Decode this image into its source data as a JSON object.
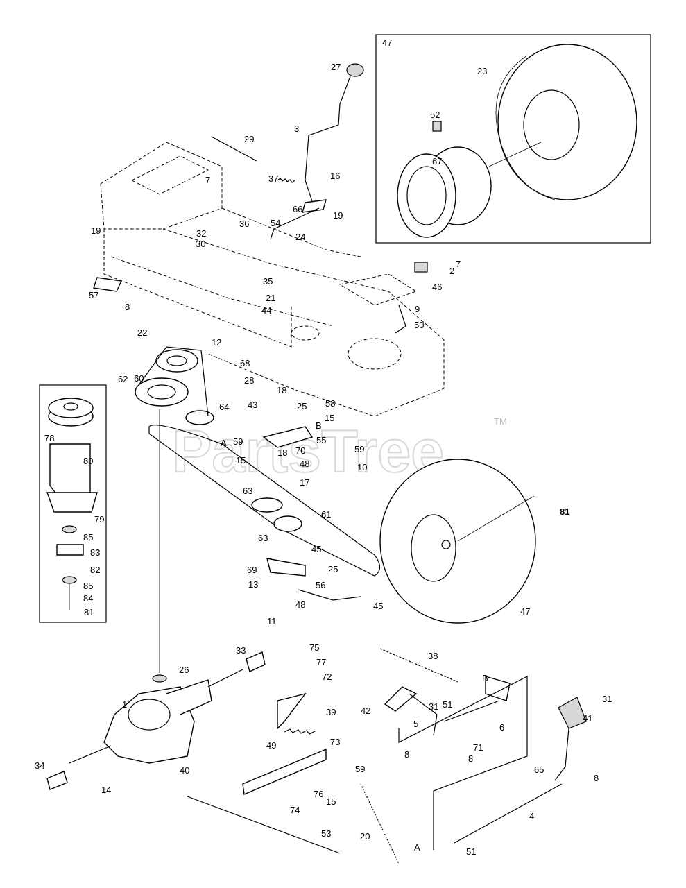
{
  "watermark": {
    "text": "PartsTree",
    "tm": "TM"
  },
  "wheel_inset": {
    "label": "47"
  },
  "labels": [
    {
      "id": "1",
      "text": "1"
    },
    {
      "id": "2",
      "text": "2"
    },
    {
      "id": "3",
      "text": "3"
    },
    {
      "id": "4",
      "text": "4"
    },
    {
      "id": "5",
      "text": "5"
    },
    {
      "id": "6",
      "text": "6"
    },
    {
      "id": "7a",
      "text": "7"
    },
    {
      "id": "7b",
      "text": "7"
    },
    {
      "id": "8a",
      "text": "8"
    },
    {
      "id": "8b",
      "text": "8"
    },
    {
      "id": "8c",
      "text": "8"
    },
    {
      "id": "8d",
      "text": "8"
    },
    {
      "id": "9",
      "text": "9"
    },
    {
      "id": "10",
      "text": "10"
    },
    {
      "id": "11",
      "text": "11"
    },
    {
      "id": "12",
      "text": "12"
    },
    {
      "id": "13",
      "text": "13"
    },
    {
      "id": "14",
      "text": "14"
    },
    {
      "id": "15a",
      "text": "15"
    },
    {
      "id": "15b",
      "text": "15"
    },
    {
      "id": "15c",
      "text": "15"
    },
    {
      "id": "16",
      "text": "16"
    },
    {
      "id": "17",
      "text": "17"
    },
    {
      "id": "18a",
      "text": "18"
    },
    {
      "id": "18b",
      "text": "18"
    },
    {
      "id": "19a",
      "text": "19"
    },
    {
      "id": "19b",
      "text": "19"
    },
    {
      "id": "20",
      "text": "20"
    },
    {
      "id": "21",
      "text": "21"
    },
    {
      "id": "22",
      "text": "22"
    },
    {
      "id": "23",
      "text": "23"
    },
    {
      "id": "24",
      "text": "24"
    },
    {
      "id": "25a",
      "text": "25"
    },
    {
      "id": "25b",
      "text": "25"
    },
    {
      "id": "26",
      "text": "26"
    },
    {
      "id": "27",
      "text": "27"
    },
    {
      "id": "28",
      "text": "28"
    },
    {
      "id": "29",
      "text": "29"
    },
    {
      "id": "30",
      "text": "30"
    },
    {
      "id": "31a",
      "text": "31"
    },
    {
      "id": "31b",
      "text": "31"
    },
    {
      "id": "32",
      "text": "32"
    },
    {
      "id": "33",
      "text": "33"
    },
    {
      "id": "34",
      "text": "34"
    },
    {
      "id": "35",
      "text": "35"
    },
    {
      "id": "36",
      "text": "36"
    },
    {
      "id": "37",
      "text": "37"
    },
    {
      "id": "38",
      "text": "38"
    },
    {
      "id": "39",
      "text": "39"
    },
    {
      "id": "40",
      "text": "40"
    },
    {
      "id": "41",
      "text": "41"
    },
    {
      "id": "42",
      "text": "42"
    },
    {
      "id": "43",
      "text": "43"
    },
    {
      "id": "44",
      "text": "44"
    },
    {
      "id": "45a",
      "text": "45"
    },
    {
      "id": "45b",
      "text": "45"
    },
    {
      "id": "46",
      "text": "46"
    },
    {
      "id": "47b",
      "text": "47"
    },
    {
      "id": "48a",
      "text": "48"
    },
    {
      "id": "48b",
      "text": "48"
    },
    {
      "id": "49",
      "text": "49"
    },
    {
      "id": "50",
      "text": "50"
    },
    {
      "id": "51a",
      "text": "51"
    },
    {
      "id": "51b",
      "text": "51"
    },
    {
      "id": "52",
      "text": "52"
    },
    {
      "id": "53",
      "text": "53"
    },
    {
      "id": "54",
      "text": "54"
    },
    {
      "id": "55",
      "text": "55"
    },
    {
      "id": "56",
      "text": "56"
    },
    {
      "id": "57",
      "text": "57"
    },
    {
      "id": "58",
      "text": "58"
    },
    {
      "id": "59a",
      "text": "59"
    },
    {
      "id": "59b",
      "text": "59"
    },
    {
      "id": "59c",
      "text": "59"
    },
    {
      "id": "60",
      "text": "60"
    },
    {
      "id": "61",
      "text": "61"
    },
    {
      "id": "62",
      "text": "62"
    },
    {
      "id": "63a",
      "text": "63"
    },
    {
      "id": "63b",
      "text": "63"
    },
    {
      "id": "64",
      "text": "64"
    },
    {
      "id": "65",
      "text": "65"
    },
    {
      "id": "66",
      "text": "66"
    },
    {
      "id": "67",
      "text": "67"
    },
    {
      "id": "68",
      "text": "68"
    },
    {
      "id": "69",
      "text": "69"
    },
    {
      "id": "70",
      "text": "70"
    },
    {
      "id": "71",
      "text": "71"
    },
    {
      "id": "72",
      "text": "72"
    },
    {
      "id": "73",
      "text": "73"
    },
    {
      "id": "74",
      "text": "74"
    },
    {
      "id": "75",
      "text": "75"
    },
    {
      "id": "76",
      "text": "76"
    },
    {
      "id": "77",
      "text": "77"
    },
    {
      "id": "78",
      "text": "78"
    },
    {
      "id": "79",
      "text": "79"
    },
    {
      "id": "80",
      "text": "80"
    },
    {
      "id": "81a",
      "text": "81"
    },
    {
      "id": "81b",
      "text": "81"
    },
    {
      "id": "82",
      "text": "82"
    },
    {
      "id": "83",
      "text": "83"
    },
    {
      "id": "84",
      "text": "84"
    },
    {
      "id": "85a",
      "text": "85"
    },
    {
      "id": "85b",
      "text": "85"
    },
    {
      "id": "Aa",
      "text": "A"
    },
    {
      "id": "Ab",
      "text": "A"
    },
    {
      "id": "Ba",
      "text": "B"
    },
    {
      "id": "Bb",
      "text": "B"
    }
  ]
}
